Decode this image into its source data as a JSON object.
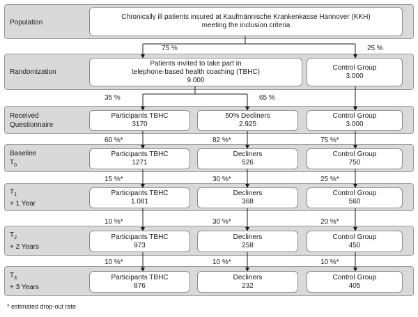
{
  "stages": {
    "population": "Population",
    "randomization": "Randomization",
    "questionnaire_1": "Received",
    "questionnaire_2": "Questionnaire",
    "baseline": "Baseline",
    "t0": "T",
    "t0_sub": "0",
    "t1": "T",
    "t1_sub": "1",
    "t1_year": "+ 1 Year",
    "t2": "T",
    "t2_sub": "2",
    "t2_year": "+ 2 Years",
    "t3": "T",
    "t3_sub": "3",
    "t3_year": "+ 3 Years"
  },
  "population_box": {
    "line1": "Chronically ill patients insured at Kaufmännische Krankenkasse Hannover (KKH)",
    "line2": "meeting the inclusion criteria"
  },
  "randomization": {
    "pct_tbhc": "75 %",
    "pct_control": "25 %",
    "tbhc_line1": "Patients invited to take part in",
    "tbhc_line2": "telephone-based health coaching (TBHC)",
    "tbhc_count": "9.000",
    "control_label": "Control Group",
    "control_count": "3.000"
  },
  "questionnaire": {
    "pct_participants": "35 %",
    "pct_decliners": "65 %",
    "participants_label": "Participants TBHC",
    "participants_count": "3170",
    "decliners_label": "50% Decliners",
    "decliners_count": "2.925",
    "control_label": "Control Group",
    "control_count": "3.000"
  },
  "baseline": {
    "pct_participants": "60 %*",
    "pct_decliners": "82 %*",
    "pct_control": "75 %*",
    "participants_label": "Participants TBHC",
    "participants_count": "1271",
    "decliners_label": "Decliners",
    "decliners_count": "526",
    "control_label": "Control Group",
    "control_count": "750"
  },
  "t1": {
    "pct_participants": "15 %*",
    "pct_decliners": "30 %*",
    "pct_control": "25 %*",
    "participants_label": "Participants TBHC",
    "participants_count": "1.081",
    "decliners_label": "Decliners",
    "decliners_count": "368",
    "control_label": "Control Group",
    "control_count": "560"
  },
  "t2": {
    "pct_participants": "10 %*",
    "pct_decliners": "30 %*",
    "pct_control": "20 %*",
    "participants_label": "Participants TBHC",
    "participants_count": "973",
    "decliners_label": "Decliners",
    "decliners_count": "258",
    "control_label": "Control Group",
    "control_count": "450"
  },
  "t3": {
    "pct_participants": "10 %*",
    "pct_decliners": "10 %*",
    "pct_control": "10 %*",
    "participants_label": "Participants TBHC",
    "participants_count": "876",
    "decliners_label": "Decliners",
    "decliners_count": "232",
    "control_label": "Control Group",
    "control_count": "405"
  },
  "footnote": "* estimated drop-out rate"
}
